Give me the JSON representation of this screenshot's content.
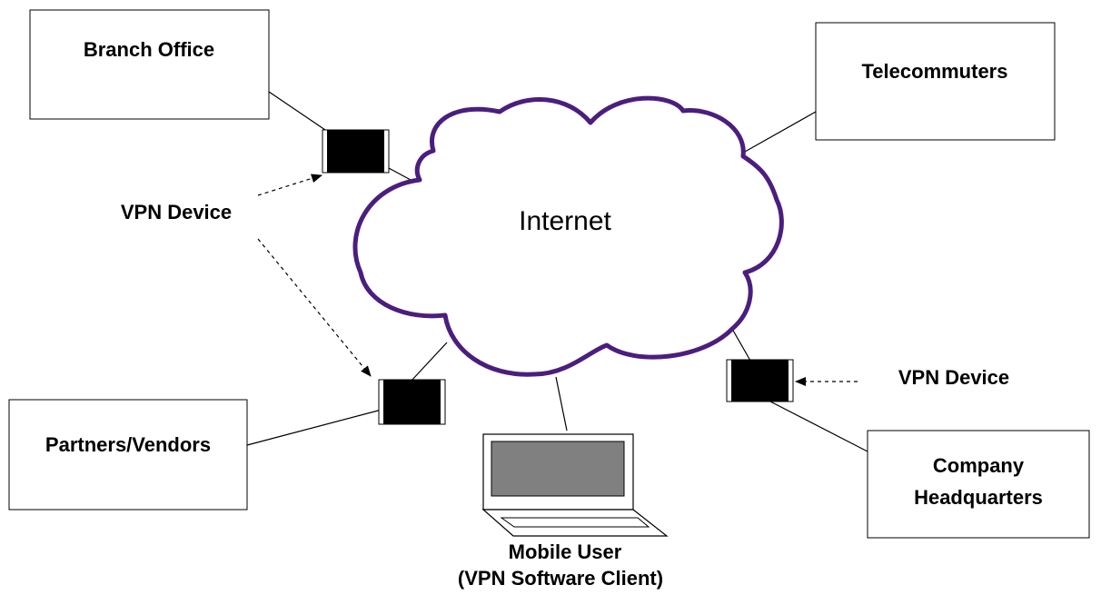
{
  "colors": {
    "cloud_stroke": "#4b1e7e",
    "device_fill": "#000000",
    "screen_fill": "#808080"
  },
  "cloud": {
    "label": "Internet"
  },
  "nodes": {
    "branch_office": "Branch Office",
    "telecommuters": "Telecommuters",
    "partners_vendors": "Partners/Vendors",
    "company_hq_line1": "Company",
    "company_hq_line2": "Headquarters"
  },
  "vpn_labels": {
    "left": "VPN Device",
    "right": "VPN Device"
  },
  "mobile_user": {
    "line1": "Mobile User",
    "line2": "(VPN Software Client)"
  }
}
